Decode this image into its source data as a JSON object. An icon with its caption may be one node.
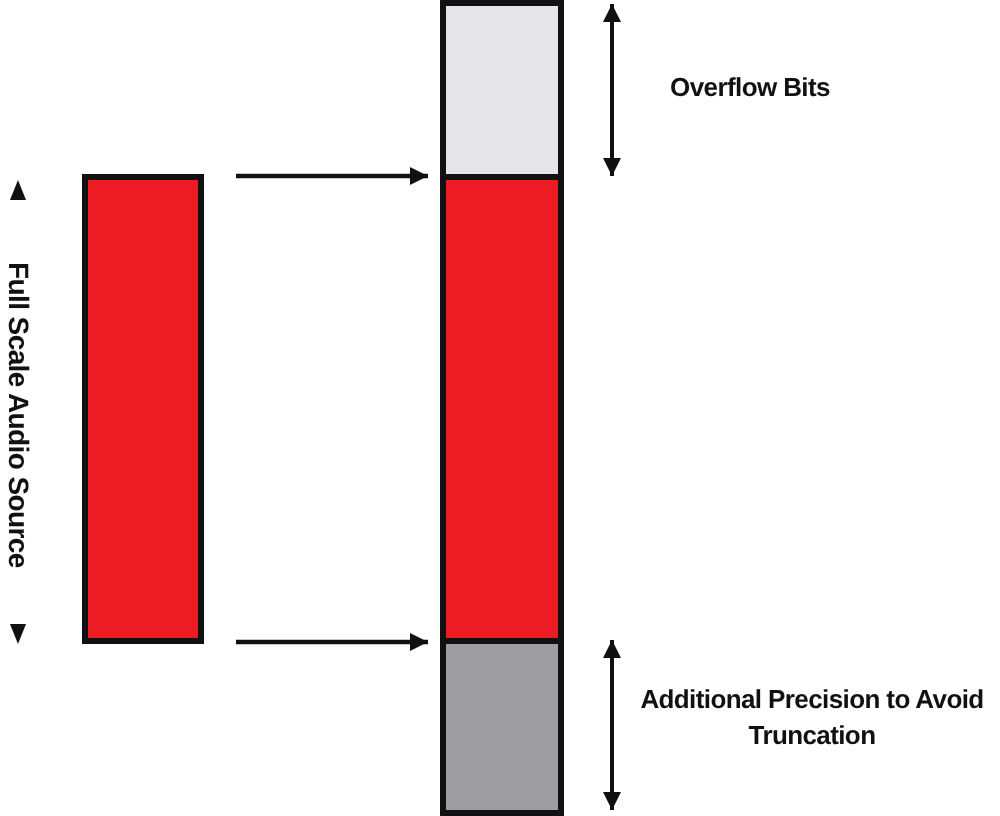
{
  "diagram": {
    "nodes": [
      {
        "text": [],
        "shape": "bar"
      },
      {
        "text": [],
        "shape": "bar"
      },
      {
        "text": [],
        "shape": "bar"
      },
      {
        "text": [],
        "shape": "bar"
      }
    ],
    "edges": [
      {
        "from": 0,
        "to": 2,
        "arrow": "to"
      },
      {
        "from": 0,
        "to": 2,
        "arrow": "to"
      }
    ],
    "labels": [
      "Full Scale Audio Source",
      "Overflow Bits",
      "Additional Precision to Avoid Truncation"
    ]
  }
}
